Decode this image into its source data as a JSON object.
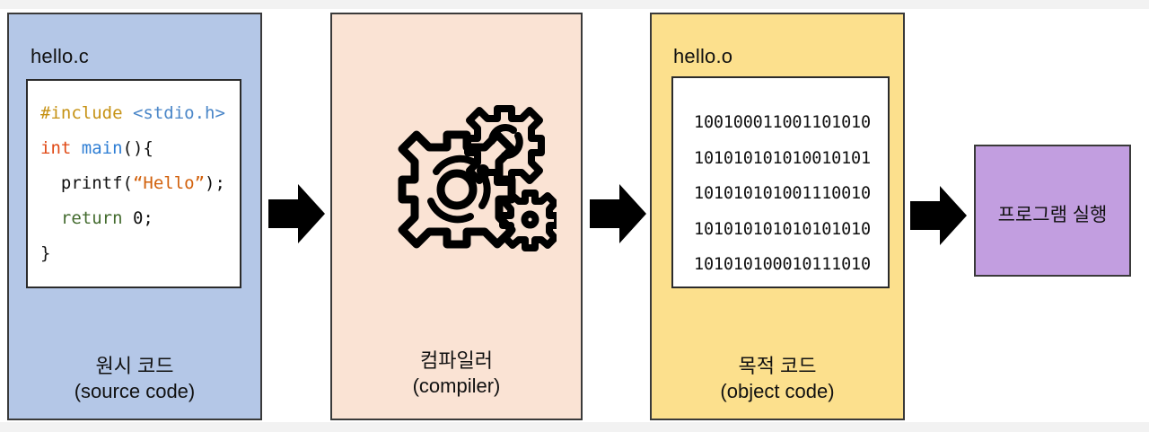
{
  "diagram": {
    "title": "C compilation pipeline",
    "background_color": "#ffffff"
  },
  "panels": {
    "source": {
      "file_label": "hello.c",
      "fill_color": "#b4c7e7",
      "caption_ko": "원시 코드",
      "caption_en": "(source code)",
      "code": {
        "lines": [
          {
            "tokens": [
              {
                "text": "#include",
                "class": "tok-pre"
              },
              {
                "text": " ",
                "class": "tok-plain"
              },
              {
                "text": "<stdio.h>",
                "class": "tok-hdr"
              }
            ]
          },
          {
            "tokens": [
              {
                "text": "int",
                "class": "tok-type"
              },
              {
                "text": " ",
                "class": "tok-plain"
              },
              {
                "text": "main",
                "class": "tok-fn"
              },
              {
                "text": "(){",
                "class": "tok-plain"
              }
            ]
          },
          {
            "tokens": [
              {
                "text": "  printf(",
                "class": "tok-plain"
              },
              {
                "text": "“Hello”",
                "class": "tok-str"
              },
              {
                "text": ");",
                "class": "tok-plain"
              }
            ]
          },
          {
            "tokens": [
              {
                "text": "  ",
                "class": "tok-plain"
              },
              {
                "text": "return",
                "class": "tok-kw"
              },
              {
                "text": " 0;",
                "class": "tok-plain"
              }
            ]
          },
          {
            "tokens": [
              {
                "text": "}",
                "class": "tok-plain"
              }
            ]
          }
        ],
        "syntax_colors": {
          "preprocessor": "#c69214",
          "header": "#4a86c8",
          "type": "#e04a16",
          "function": "#2e7ed4",
          "string": "#d2610c",
          "keyword": "#436b2e",
          "plain": "#111111"
        }
      }
    },
    "compiler": {
      "fill_color": "#fae3d4",
      "caption_ko": "컴파일러",
      "caption_en": "(compiler)",
      "icon": "gears-icon"
    },
    "object": {
      "file_label": "hello.o",
      "fill_color": "#fce08d",
      "caption_ko": "목적 코드",
      "caption_en": "(object code)",
      "binary_lines": [
        "100100011001101010",
        "101010101010010101",
        "101010101001110010",
        "101010101010101010",
        "101010100010111010"
      ]
    },
    "run": {
      "fill_color": "#c29ee0",
      "label": "프로그램 실행"
    }
  },
  "arrows": {
    "color": "#000000",
    "items": [
      {
        "name": "arrow-source-to-compiler"
      },
      {
        "name": "arrow-compiler-to-object"
      },
      {
        "name": "arrow-object-to-run"
      }
    ]
  }
}
